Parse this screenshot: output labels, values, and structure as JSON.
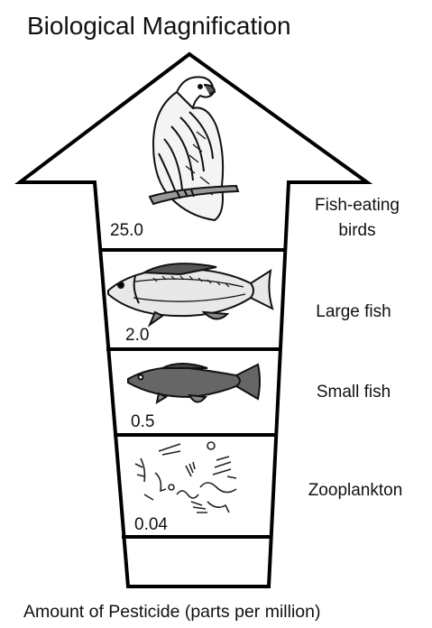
{
  "title": "Biological Magnification",
  "caption": "Amount of Pesticide (parts per million)",
  "levels": [
    {
      "organism": "Fish-eating birds",
      "organism_line1": "Fish-eating",
      "organism_line2": "birds",
      "ppm": "25.0",
      "icon": "eagle-icon"
    },
    {
      "organism": "Large fish",
      "ppm": "2.0",
      "icon": "large-fish-icon"
    },
    {
      "organism": "Small fish",
      "ppm": "0.5",
      "icon": "small-fish-icon"
    },
    {
      "organism": "Zooplankton",
      "ppm": "0.04",
      "icon": "zooplankton-icon"
    }
  ],
  "colors": {
    "outline": "#000000",
    "background": "#ffffff"
  }
}
